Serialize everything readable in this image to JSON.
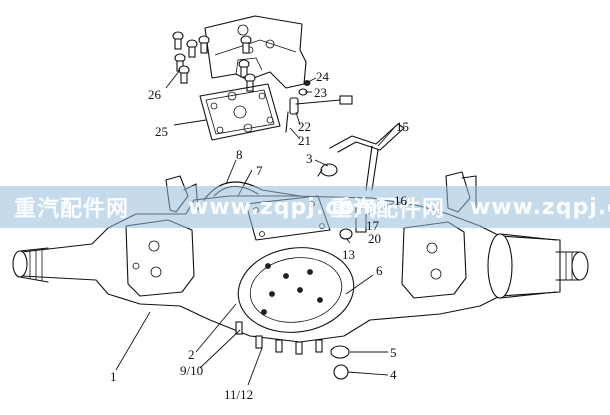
{
  "watermark": {
    "left_text": "重汽配件网",
    "center_text": "www.zqpj.com",
    "center_right_text": "重汽配件网",
    "right_text": "www.zqpj.com"
  },
  "callouts": {
    "c1": "1",
    "c2": "2",
    "c3": "3",
    "c4": "4",
    "c5": "5",
    "c6": "6",
    "c7": "7",
    "c8": "8",
    "c9_10": "9/10",
    "c11_12": "11/12",
    "c13": "13",
    "c15": "15",
    "c16": "16",
    "c17": "17",
    "c20": "20",
    "c21": "21",
    "c22": "22",
    "c23": "23",
    "c24": "24",
    "c25": "25",
    "c26": "26"
  }
}
